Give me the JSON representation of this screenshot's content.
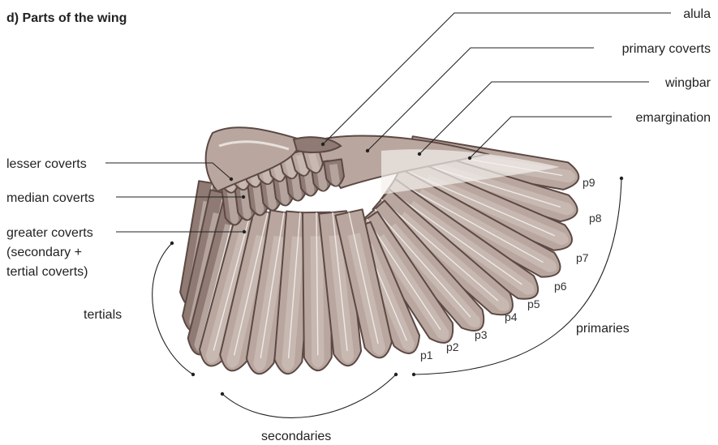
{
  "title": "d) Parts of the wing",
  "labels": {
    "alula": "alula",
    "primary_coverts": "primary coverts",
    "wingbar": "wingbar",
    "emargination": "emargination",
    "lesser_coverts": "lesser coverts",
    "median_coverts": "median coverts",
    "greater_coverts_line1": "greater coverts",
    "greater_coverts_line2": "(secondary +",
    "greater_coverts_line3": "tertial coverts)",
    "tertials": "tertials",
    "secondaries": "secondaries",
    "primaries": "primaries"
  },
  "primaries": [
    "p1",
    "p2",
    "p3",
    "p4",
    "p5",
    "p6",
    "p7",
    "p8",
    "p9"
  ],
  "colors": {
    "feather_light": "#d4c6bf",
    "feather_mid": "#b9a79f",
    "feather_dark": "#8f7b73",
    "outline": "#5c4944",
    "highlight": "#f4efec"
  }
}
